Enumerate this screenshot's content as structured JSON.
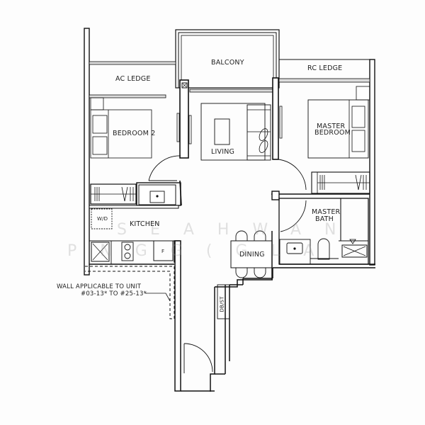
{
  "floor_plan": {
    "rooms": {
      "ac_ledge": "AC LEDGE",
      "balcony": "BALCONY",
      "rc_ledge": "RC LEDGE",
      "bedroom_2": "BEDROOM 2",
      "living": "LIVING",
      "master_bedroom_line1": "MASTER",
      "master_bedroom_line2": "BEDROOM",
      "kitchen": "KITCHEN",
      "master_bath_line1": "MASTER",
      "master_bath_line2": "BATH",
      "dining": "DINING"
    },
    "fixtures": {
      "washer_dryer": "W/D",
      "fridge": "F",
      "db_st": "DB/ST"
    },
    "annotation": {
      "line1": "WALL APPLICABLE TO UNIT",
      "line2": "#03-13* TO #25-13*"
    },
    "watermark": {
      "line1": "SEAHWAN",
      "line2": "PNGG(GLA"
    },
    "colors": {
      "wall": "#111111",
      "line": "#222222",
      "background": "#fdfdfd",
      "watermark": "#c8c8c8"
    }
  }
}
